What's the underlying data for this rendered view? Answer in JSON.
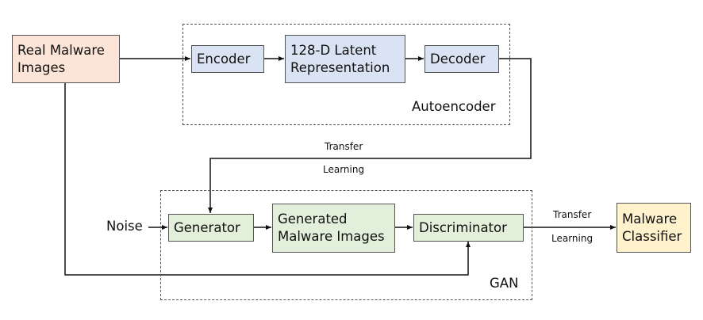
{
  "groups": {
    "autoencoder": "Autoencoder",
    "gan": "GAN"
  },
  "nodes": {
    "real_images": [
      "Real Malware",
      "Images"
    ],
    "encoder": [
      "Encoder"
    ],
    "latent": [
      "128-D Latent",
      "Representation"
    ],
    "decoder": [
      "Decoder"
    ],
    "noise": "Noise",
    "generator": [
      "Generator"
    ],
    "generated_images": [
      "Generated",
      "Malware Images"
    ],
    "discriminator": [
      "Discriminator"
    ],
    "classifier": [
      "Malware",
      "Classifier"
    ]
  },
  "edges": {
    "decoder_to_generator": [
      "Transfer",
      "Learning"
    ],
    "discriminator_to_classifier": [
      "Transfer",
      "Learning"
    ]
  },
  "colors": {
    "input": "#fce4d6",
    "autoencoder": "#dae3f3",
    "gan": "#e2efda",
    "output": "#fff2cc"
  }
}
